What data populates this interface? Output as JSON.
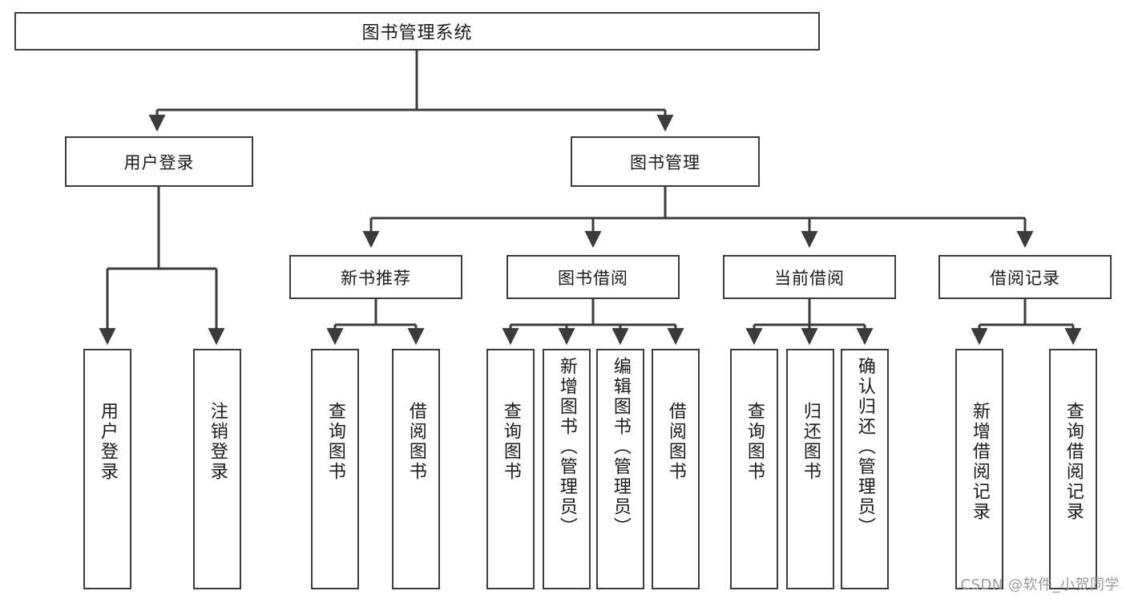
{
  "diagram": {
    "title": "图书管理系统",
    "type": "tree",
    "watermark": "CSDN @软件_小贺同学",
    "colors": {
      "box_border": "#3b3b3b",
      "box_fill": "#ffffff",
      "link": "#3b3b3b",
      "text": "#1a1a1a",
      "watermark": "#9a9a9a",
      "background": "#ffffff"
    }
  },
  "nodes": {
    "root": {
      "label": "图书管理系统"
    },
    "level2": [
      {
        "id": "user-login",
        "label": "用户登录"
      },
      {
        "id": "book-manage",
        "label": "图书管理"
      }
    ],
    "level3": [
      {
        "id": "new-book-recommend",
        "label": "新书推荐"
      },
      {
        "id": "book-borrow",
        "label": "图书借阅"
      },
      {
        "id": "current-borrow",
        "label": "当前借阅"
      },
      {
        "id": "borrow-record",
        "label": "借阅记录"
      }
    ],
    "leaves": {
      "user_login": [
        {
          "id": "leaf-user-login",
          "label": "用户登录"
        },
        {
          "id": "leaf-logout-login",
          "label": "注销登录"
        }
      ],
      "new_book_recommend": [
        {
          "id": "leaf-query-book-1",
          "label": "查询图书"
        },
        {
          "id": "leaf-borrow-book-1",
          "label": "借阅图书"
        }
      ],
      "book_borrow": [
        {
          "id": "leaf-query-book-2",
          "label": "查询图书"
        },
        {
          "id": "leaf-add-book",
          "label": "新增图书（管理员）"
        },
        {
          "id": "leaf-edit-book",
          "label": "编辑图书（管理员）"
        },
        {
          "id": "leaf-borrow-book-2",
          "label": "借阅图书"
        }
      ],
      "current_borrow": [
        {
          "id": "leaf-query-book-3",
          "label": "查询图书"
        },
        {
          "id": "leaf-return-book",
          "label": "归还图书"
        },
        {
          "id": "leaf-confirm-return",
          "label": "确认归还（管理员）"
        }
      ],
      "borrow_record": [
        {
          "id": "leaf-add-record",
          "label": "新增借阅记录"
        },
        {
          "id": "leaf-query-record",
          "label": "查询借阅记录"
        }
      ]
    }
  }
}
